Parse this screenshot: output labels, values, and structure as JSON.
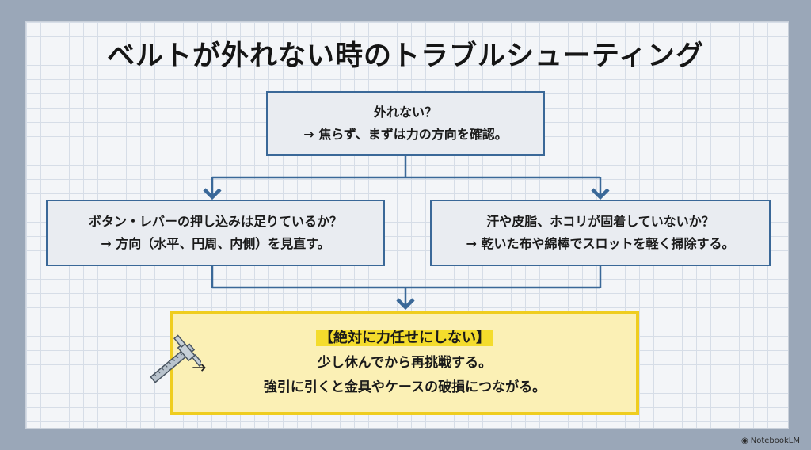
{
  "title": "ベルトが外れない時のトラブルシューティング",
  "top_box": {
    "line1": "外れない？",
    "line2": "→ 焦らず、まずは力の方向を確認。"
  },
  "left_box": {
    "line1": "ボタン・レバーの押し込みは足りているか？",
    "line2": "→ 方向（水平、円周、内側）を見直す。"
  },
  "right_box": {
    "line1": "汗や皮脂、ホコリが固着していないか？",
    "line2": "→ 乾いた布や綿棒でスロットを軽く掃除する。"
  },
  "final_box": {
    "heading": "【絶対に力任せにしない】",
    "line1": "少し休んでから再挑戦する。",
    "line2": "強引に引くと金具やケースの破損につながる。"
  },
  "arrow_glyph": "→",
  "watermark": "NotebookLM",
  "colors": {
    "box_border": "#3a6898",
    "connector": "#3a6898",
    "final_border": "#efcd1f",
    "final_fill": "#fbf0b5",
    "highlight": "#f4dc2c"
  }
}
